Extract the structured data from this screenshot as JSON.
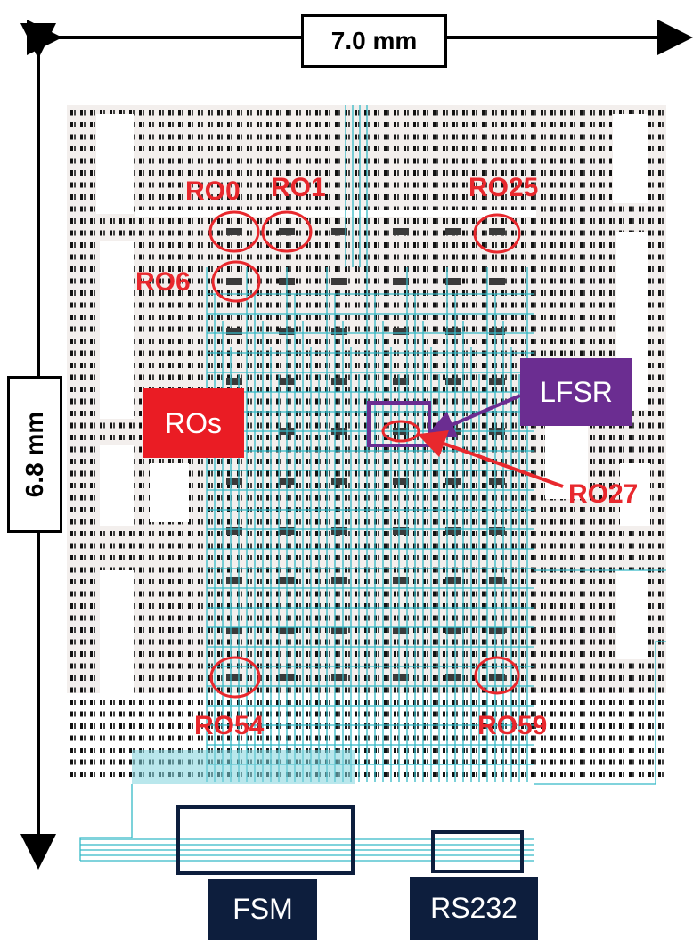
{
  "dimensions": {
    "width_label": "7.0 mm",
    "height_label": "6.8 mm"
  },
  "labels": {
    "ro0": "RO0",
    "ro1": "RO1",
    "ro25": "RO25",
    "ro6": "RO6",
    "ro27": "RO27",
    "ro54": "RO54",
    "ro59": "RO59"
  },
  "blocks": {
    "ros": "ROs",
    "lfsr": "LFSR",
    "fsm": "FSM",
    "rs232": "RS232"
  },
  "colors": {
    "annotation_red": "#e8282d",
    "ros_tag_bg": "#ea1c24",
    "lfsr_purple": "#6b2d91",
    "navy": "#0d1e3d",
    "wire_cyan": "#35b9c6",
    "pad_black": "#111111",
    "ro_cell": "#3a3a3a",
    "chip_bg": "#f3efed"
  },
  "icons": {
    "arrow": "double-headed-arrow"
  }
}
